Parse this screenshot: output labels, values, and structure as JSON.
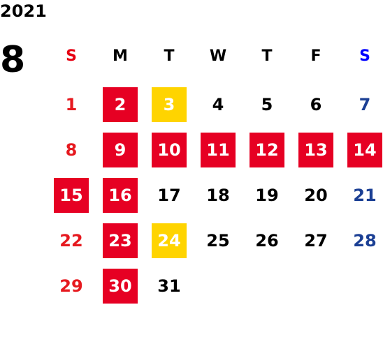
{
  "year": "2021",
  "month": "8",
  "colors": {
    "red_highlight": "#e60023",
    "yellow_highlight": "#ffd400",
    "sunday": "#e6191f",
    "saturday": "#1b3f94"
  },
  "weekdays": [
    {
      "label": "S",
      "color": "#e60012"
    },
    {
      "label": "M",
      "color": "#000000"
    },
    {
      "label": "T",
      "color": "#000000"
    },
    {
      "label": "W",
      "color": "#000000"
    },
    {
      "label": "T",
      "color": "#000000"
    },
    {
      "label": "F",
      "color": "#000000"
    },
    {
      "label": "S",
      "color": "#0000ff"
    }
  ],
  "weeks": [
    [
      {
        "d": "1",
        "h": "none"
      },
      {
        "d": "2",
        "h": "red"
      },
      {
        "d": "3",
        "h": "yellow"
      },
      {
        "d": "4",
        "h": "none"
      },
      {
        "d": "5",
        "h": "none"
      },
      {
        "d": "6",
        "h": "none"
      },
      {
        "d": "7",
        "h": "none"
      }
    ],
    [
      {
        "d": "8",
        "h": "none"
      },
      {
        "d": "9",
        "h": "red"
      },
      {
        "d": "10",
        "h": "red"
      },
      {
        "d": "11",
        "h": "red"
      },
      {
        "d": "12",
        "h": "red"
      },
      {
        "d": "13",
        "h": "red"
      },
      {
        "d": "14",
        "h": "red"
      }
    ],
    [
      {
        "d": "15",
        "h": "red"
      },
      {
        "d": "16",
        "h": "red"
      },
      {
        "d": "17",
        "h": "none"
      },
      {
        "d": "18",
        "h": "none"
      },
      {
        "d": "19",
        "h": "none"
      },
      {
        "d": "20",
        "h": "none"
      },
      {
        "d": "21",
        "h": "none"
      }
    ],
    [
      {
        "d": "22",
        "h": "none"
      },
      {
        "d": "23",
        "h": "red"
      },
      {
        "d": "24",
        "h": "yellow"
      },
      {
        "d": "25",
        "h": "none"
      },
      {
        "d": "26",
        "h": "none"
      },
      {
        "d": "27",
        "h": "none"
      },
      {
        "d": "28",
        "h": "none"
      }
    ],
    [
      {
        "d": "29",
        "h": "none"
      },
      {
        "d": "30",
        "h": "red"
      },
      {
        "d": "31",
        "h": "none"
      }
    ]
  ]
}
